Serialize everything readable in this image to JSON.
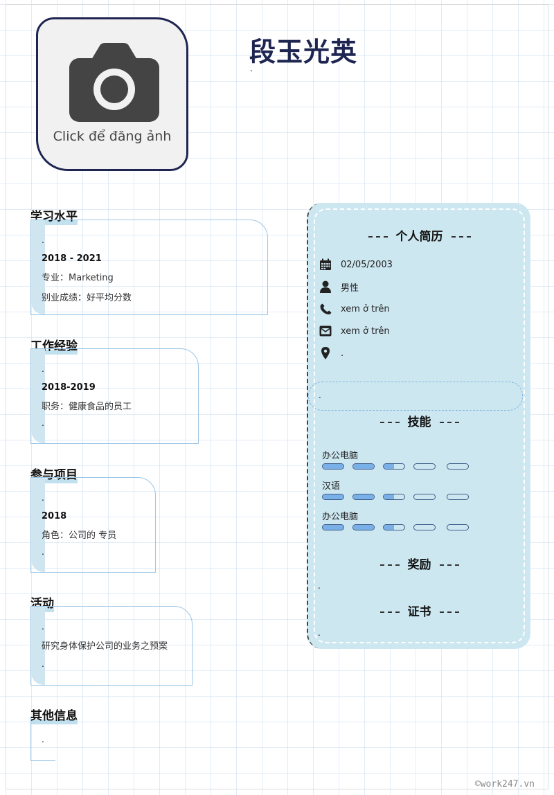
{
  "photo": {
    "caption": "Click để đăng ảnh"
  },
  "name": "段玉光英",
  "name_sub": ".",
  "sections": {
    "education": {
      "title": "学习水平",
      "dot": ".",
      "period": "2018 - 2021",
      "major": "专业：Marketing",
      "grade": "别业成绩：好平均分数"
    },
    "work": {
      "title": "工作经验",
      "dot": ".",
      "period": "2018-2019",
      "position": "职务：健康食品的员工",
      "dot2": "."
    },
    "projects": {
      "title": "参与项目",
      "dot": ".",
      "period": "2018",
      "role": "角色：公司的 专员",
      "dot2": "."
    },
    "activities": {
      "title": "活动",
      "dot": ".",
      "text": "研究身体保护公司的业务之预案",
      "dot2": "."
    },
    "other": {
      "title": "其他信息",
      "dot": "."
    }
  },
  "profile": {
    "title": "个人简历",
    "items": [
      {
        "icon": "calendar-icon",
        "text": "02/05/2003"
      },
      {
        "icon": "user-icon",
        "text": "男性"
      },
      {
        "icon": "phone-icon",
        "text": "xem ở trên"
      },
      {
        "icon": "email-icon",
        "text": "xem ở trên"
      },
      {
        "icon": "location-icon",
        "text": "."
      }
    ],
    "box_text": "."
  },
  "skills": {
    "title": "技能",
    "items": [
      {
        "name": "办公电脑",
        "levels": [
          1,
          1,
          0.5,
          0,
          0
        ]
      },
      {
        "name": "汉语",
        "levels": [
          1,
          1,
          0.5,
          0,
          0
        ]
      },
      {
        "name": "办公电脑",
        "levels": [
          1,
          1,
          0.5,
          0,
          0
        ]
      }
    ]
  },
  "awards": {
    "title": "奖励",
    "dot": "."
  },
  "certificates": {
    "title": "证书",
    "dot": "."
  },
  "colors": {
    "accent": "#1e2550",
    "panel": "#cde7f1",
    "bar": "#cfe6f1",
    "pill_fill": "#7ab0e8"
  },
  "footer": "©work247.vn"
}
